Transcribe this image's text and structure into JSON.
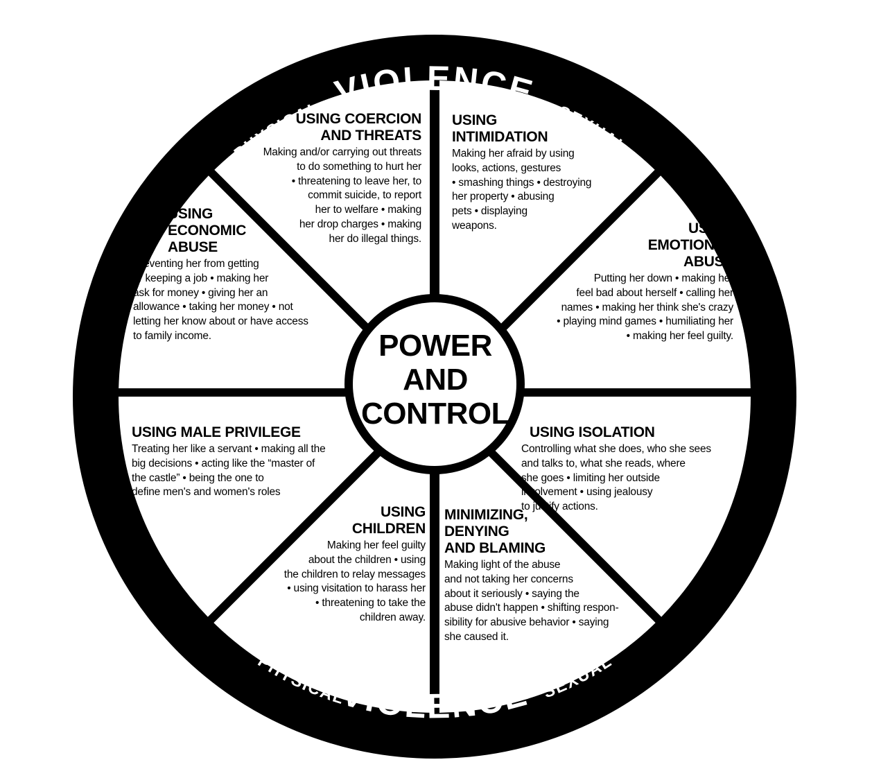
{
  "outer_ring": {
    "top_title": "VIOLENCE",
    "top_left": "PHYSICAL",
    "top_right": "SEXUAL",
    "bottom_title": "VIOLENCE",
    "bottom_left": "PHYSICAL",
    "bottom_right": "SEXUAL"
  },
  "hub": {
    "label": "POWER\nAND\nCONTROL"
  },
  "segments": {
    "coercion": {
      "title": "USING COERCION\nAND THREATS",
      "body": "Making and/or carrying out threats\nto do something to hurt her\n• threatening to leave her, to\ncommit suicide, to report\nher to welfare • making\nher drop charges • making\nher do illegal things."
    },
    "intimidation": {
      "title": "USING\nINTIMIDATION",
      "body": "Making her afraid by using\nlooks, actions, gestures\n• smashing things • destroying\nher property • abusing\npets • displaying\nweapons."
    },
    "emotional": {
      "title": "USING\nEMOTIONAL\nABUSE",
      "body": "Putting her down • making her\nfeel bad about herself • calling her\nnames • making her think she's crazy\n• playing mind games • humiliating her\n• making her feel guilty."
    },
    "isolation": {
      "title": "USING ISOLATION",
      "body": "Controlling what she does, who she sees\nand talks to, what she reads, where\nshe goes • limiting her outside\ninvolvement • using jealousy\nto justify actions."
    },
    "minimizing": {
      "title": "MINIMIZING,\nDENYING\nAND BLAMING",
      "body": "Making light of the abuse\nand not taking her concerns\nabout it seriously • saying the\nabuse didn't happen • shifting respon-\nsibility for abusive behavior • saying\nshe caused it."
    },
    "children": {
      "title": "USING\nCHILDREN",
      "body": "Making her feel guilty\nabout the children • using\nthe children to relay messages\n• using visitation to harass her\n• threatening to take the\nchildren away."
    },
    "privilege": {
      "title": "USING MALE PRIVILEGE",
      "body": "Treating her like a servant • making all the\nbig decisions • acting like the “master of\nthe castle”  • being the one to\ndefine men's and women's roles"
    },
    "economic": {
      "title": "USING\nECONOMIC\nABUSE",
      "body": "Preventing her from getting\nor keeping a job • making her\nask for money • giving her an\nallowance • taking her money • not\nletting her know about or have access\nto family income."
    }
  },
  "colors": {
    "ink": "#000000",
    "paper": "#ffffff"
  }
}
